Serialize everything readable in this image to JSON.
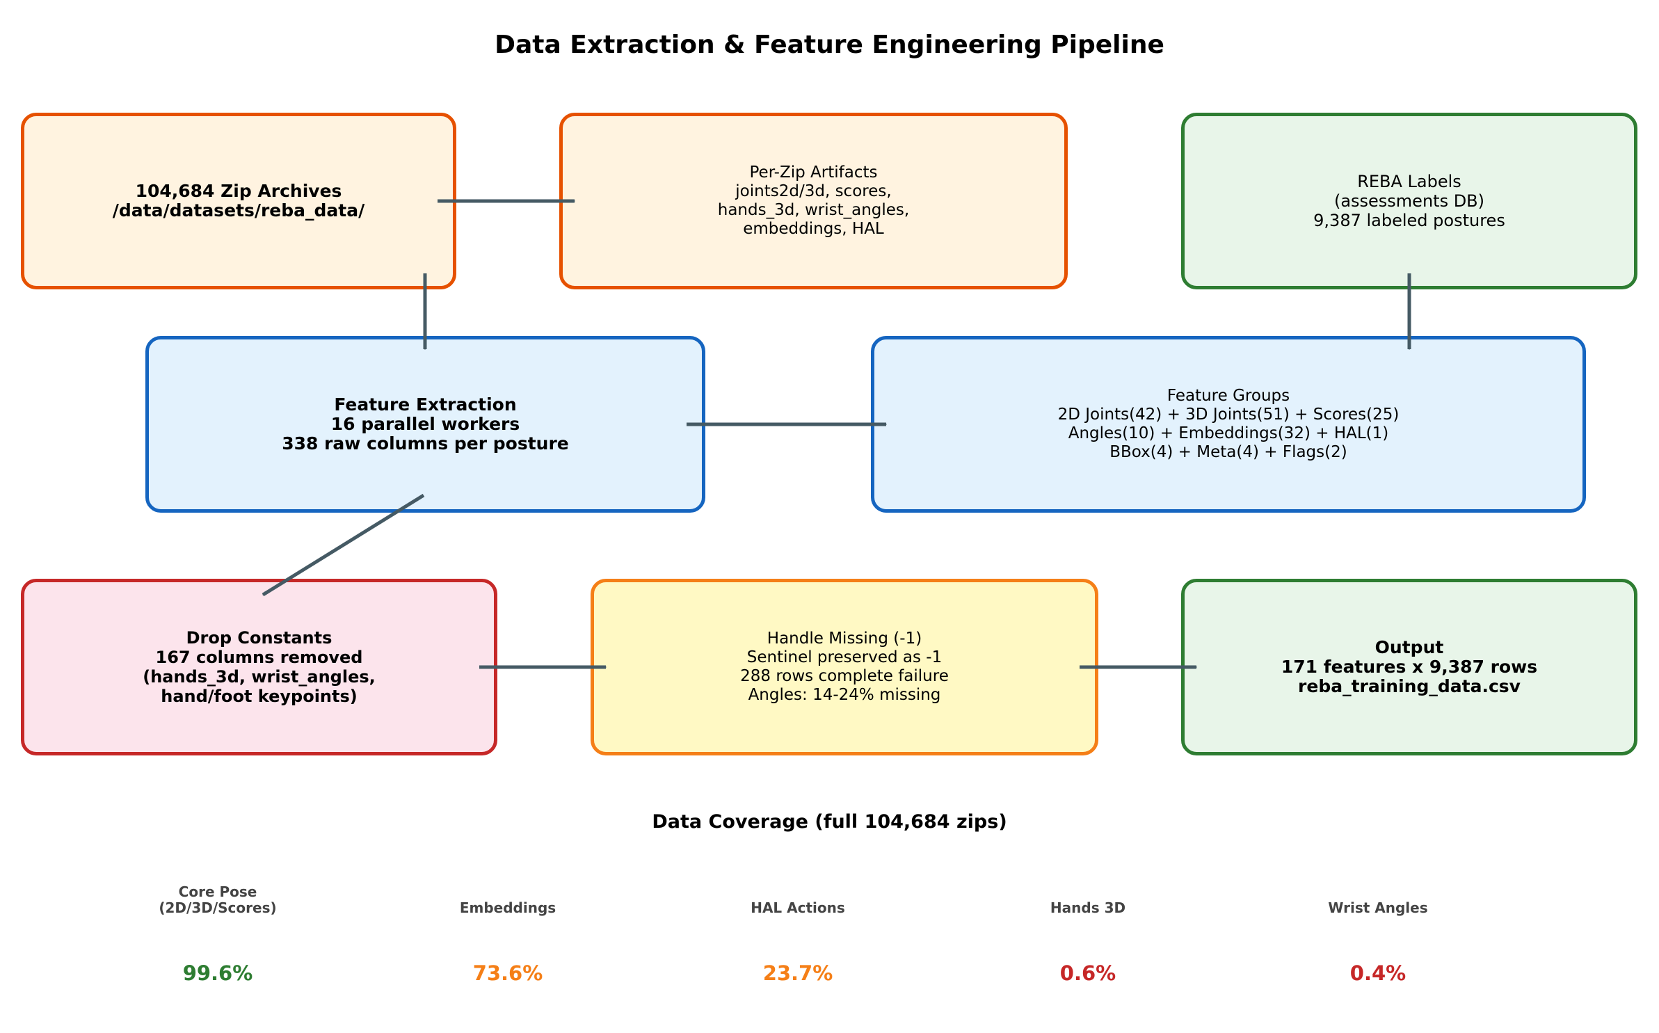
{
  "title": "Data Extraction & Feature Engineering Pipeline",
  "boxes": {
    "zip_archives": {
      "text": "104,684 Zip Archives\n/data/datasets/reba_data/"
    },
    "per_zip_artifacts": {
      "text": "Per-Zip Artifacts\njoints2d/3d, scores,\nhands_3d, wrist_angles,\nembeddings, HAL"
    },
    "reba_labels": {
      "text": "REBA Labels\n(assessments DB)\n9,387 labeled postures"
    },
    "feature_extraction": {
      "text": "Feature Extraction\n16 parallel workers\n338 raw columns per posture"
    },
    "feature_groups": {
      "text": "Feature Groups\n2D Joints(42) + 3D Joints(51) + Scores(25)\nAngles(10) + Embeddings(32) + HAL(1)\nBBox(4) + Meta(4) + Flags(2)"
    },
    "drop_constants": {
      "text": "Drop Constants\n167 columns removed\n(hands_3d, wrist_angles,\nhand/foot keypoints)"
    },
    "handle_missing": {
      "text": "Handle Missing (-1)\nSentinel preserved as -1\n288 rows complete failure\nAngles: 14-24% missing"
    },
    "output": {
      "text": "Output\n171 features x 9,387 rows\nreba_training_data.csv"
    }
  },
  "colors": {
    "orange_border": "#E65100",
    "orange_fill": "#FFF3E0",
    "green_border": "#2E7D32",
    "green_fill": "#E8F5E9",
    "blue_border": "#1565C0",
    "blue_fill": "#E3F2FD",
    "red_border": "#C62828",
    "red_fill": "#FCE4EC",
    "yellow_border": "#F57F17",
    "yellow_fill": "#FFF9C4",
    "arrow": "#455A64"
  },
  "coverage": {
    "title": "Data Coverage (full 104,684 zips)",
    "items": [
      {
        "label": "Core Pose\n(2D/3D/Scores)",
        "value": "99.6%",
        "color": "#2E7D32"
      },
      {
        "label": "Embeddings",
        "value": "73.6%",
        "color": "#F57F17"
      },
      {
        "label": "HAL Actions",
        "value": "23.7%",
        "color": "#F57F17"
      },
      {
        "label": "Hands 3D",
        "value": "0.6%",
        "color": "#C62828"
      },
      {
        "label": "Wrist Angles",
        "value": "0.4%",
        "color": "#C62828"
      }
    ]
  }
}
